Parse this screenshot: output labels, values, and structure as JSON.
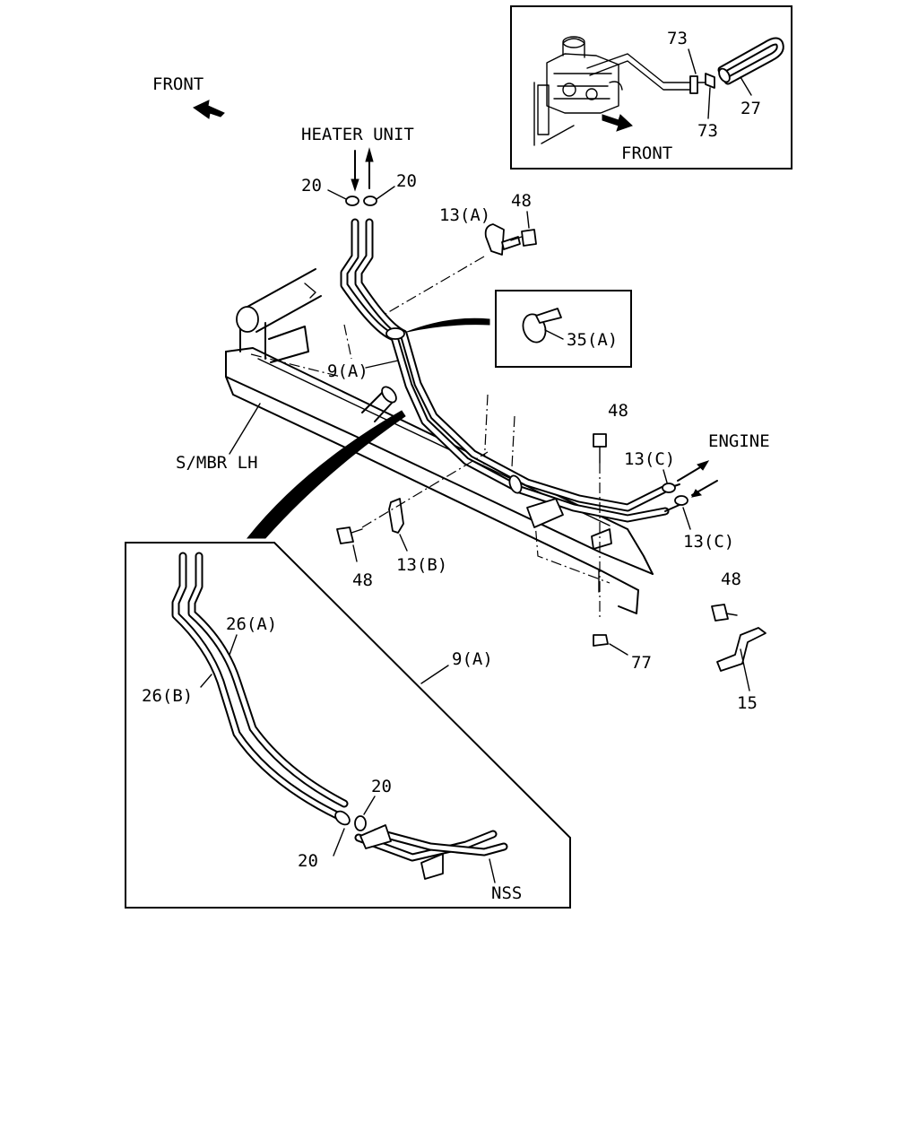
{
  "labels": {
    "front_main": "FRONT",
    "front_inset": "FRONT",
    "heater_unit": "HEATER UNIT",
    "engine": "ENGINE",
    "smbr": "S/MBR LH",
    "nss": "NSS"
  },
  "callouts": {
    "c20_left": "20",
    "c20_right": "20",
    "c13a": "13(A)",
    "c48_top": "48",
    "c35a": "35(A)",
    "c9a_main": "9(A)",
    "c48_mid": "48",
    "c13c_top": "13(C)",
    "c13c_bottom": "13(C)",
    "c48_lower": "48",
    "c13b": "13(B)",
    "c77": "77",
    "c48_right": "48",
    "c15": "15",
    "c73_top": "73",
    "c73_bottom": "73",
    "c27": "27",
    "c26a": "26(A)",
    "c26b": "26(B)",
    "c9a_detail": "9(A)",
    "c20_detail_top": "20",
    "c20_detail_bottom": "20"
  }
}
